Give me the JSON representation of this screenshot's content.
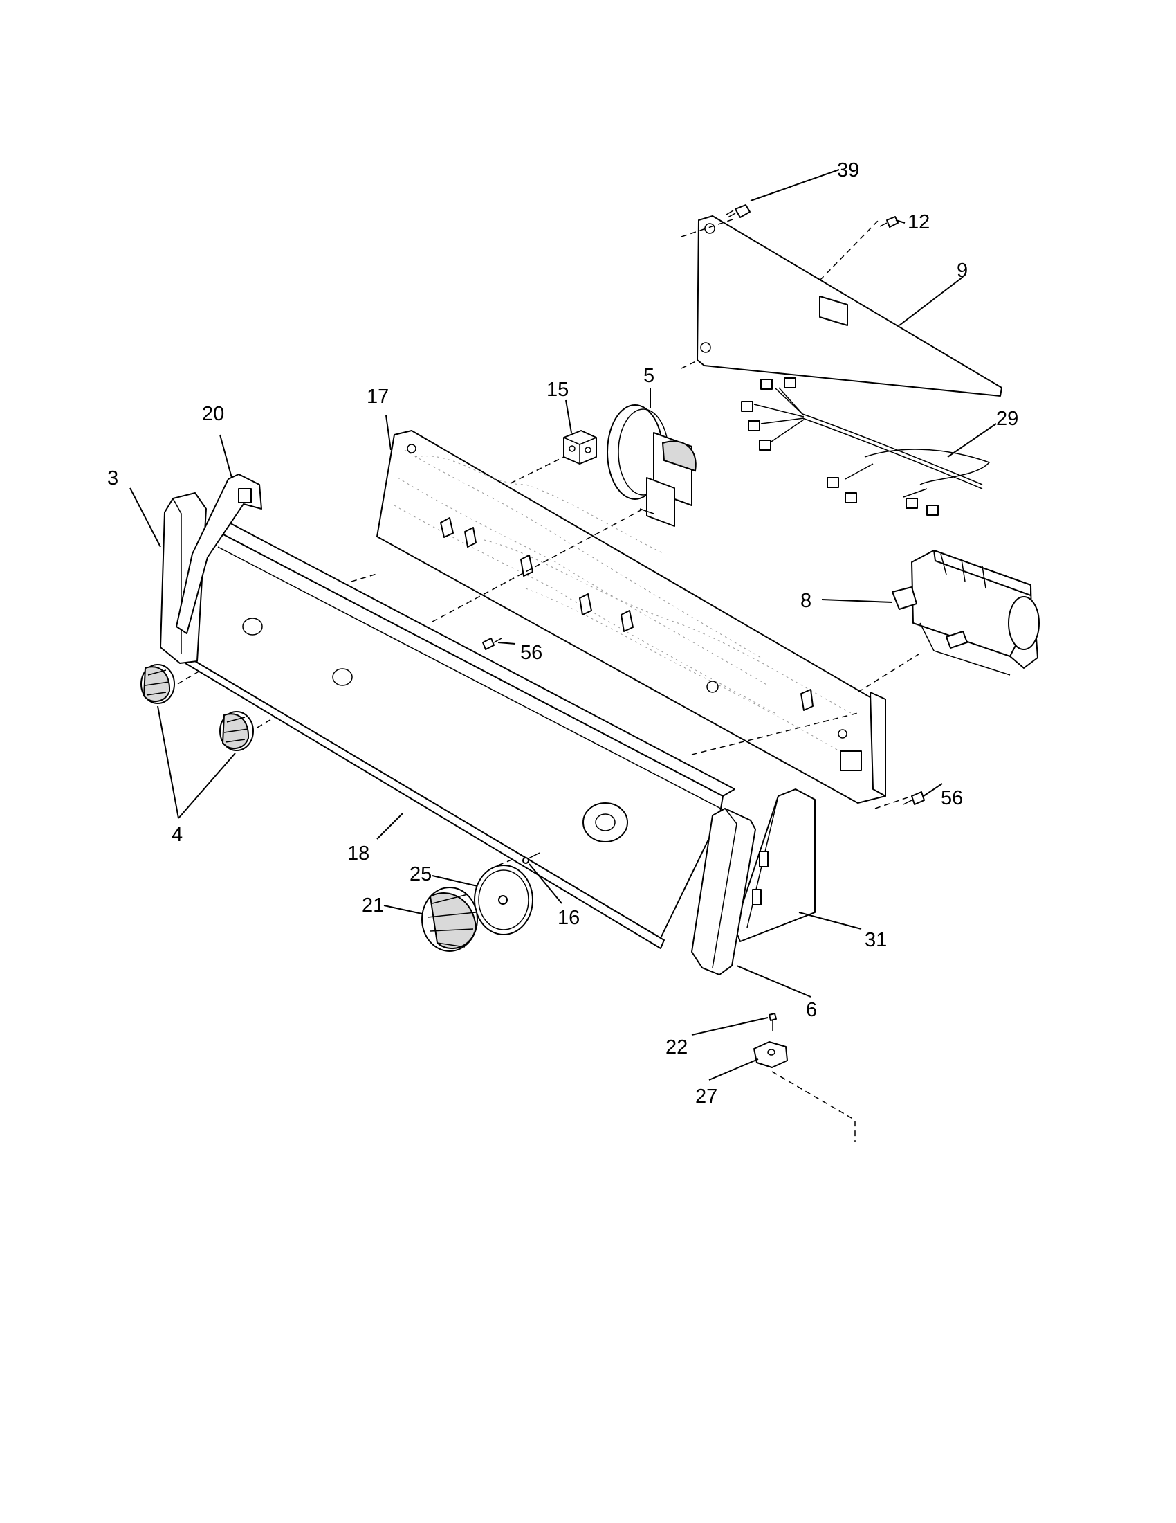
{
  "callouts": {
    "c39": "39",
    "c12": "12",
    "c9": "9",
    "c29": "29",
    "c5": "5",
    "c15": "15",
    "c17": "17",
    "c20": "20",
    "c3": "3",
    "c8": "8",
    "c56a": "56",
    "c56b": "56",
    "c4": "4",
    "c18": "18",
    "c25": "25",
    "c21": "21",
    "c16": "16",
    "c31": "31",
    "c6": "6",
    "c22": "22",
    "c27": "27"
  }
}
